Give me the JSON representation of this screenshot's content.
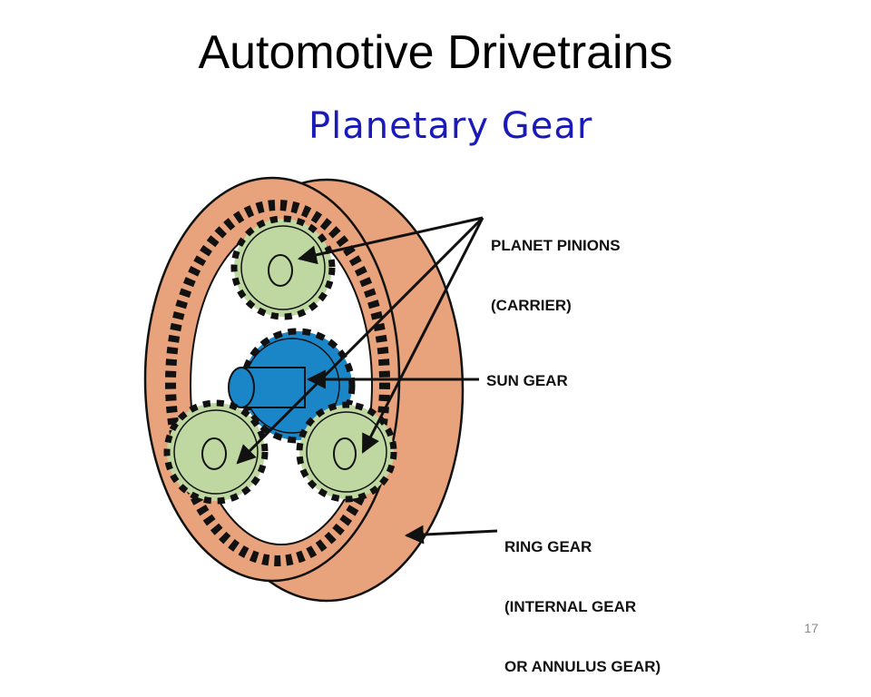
{
  "slide": {
    "title": "Automotive Drivetrains",
    "subtitle": "Planetary Gear",
    "page_number": "17"
  },
  "labels": {
    "planet_pinions_line1": "PLANET PINIONS",
    "planet_pinions_line2": "(CARRIER)",
    "sun_gear": "SUN GEAR",
    "ring_gear_line1": "RING GEAR",
    "ring_gear_line2": "(INTERNAL GEAR",
    "ring_gear_line3": "OR ANNULUS GEAR)"
  },
  "colors": {
    "ring_gear": "#e8a27c",
    "planet_gear": "#bfd8a2",
    "sun_gear": "#1a86c8",
    "subtitle": "#1a1ab8"
  }
}
